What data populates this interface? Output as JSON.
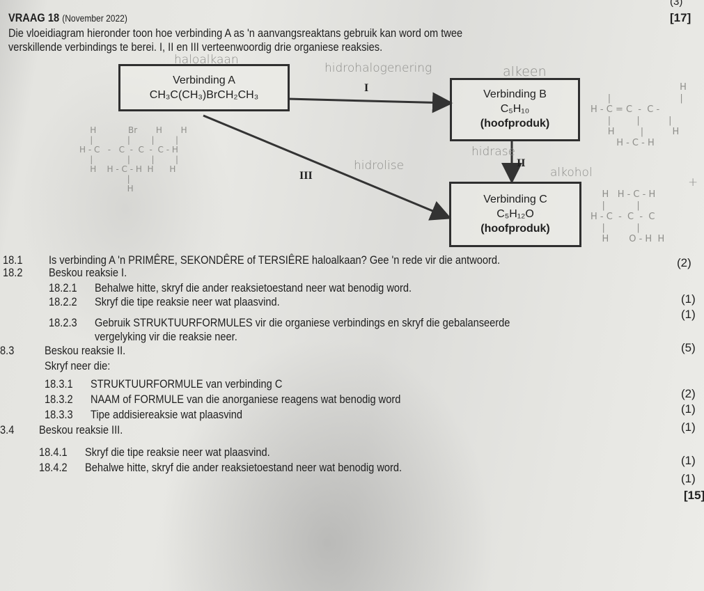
{
  "header": {
    "page_marks": "(3)",
    "question_title": "VRAAG 18",
    "question_date": "(November 2022)",
    "total_marks": "[17]"
  },
  "intro": {
    "line1": "Die vloeidiagram hieronder toon hoe verbinding A as 'n aanvangsreaktans gebruik kan word om twee",
    "line2": "verskillende verbindings te berei. I, II en III verteenwoordig drie organiese reaksies."
  },
  "diagram": {
    "compound_a": {
      "label": "Verbinding A",
      "formula_html": "CH₃C(CH₃)BrCH₂CH₃"
    },
    "compound_b": {
      "label": "Verbinding B",
      "formula": "C₅H₁₀",
      "note": "(hoofproduk)"
    },
    "compound_c": {
      "label": "Verbinding C",
      "formula": "C₅H₁₂O",
      "note": "(hoofproduk)"
    },
    "reactions": {
      "I": "I",
      "II": "II",
      "III": "III"
    },
    "line_color": "#333333"
  },
  "handwriting": {
    "above_a": "haloalkaan",
    "reaction_i": "hidrohalogenering",
    "above_b": "alkeen",
    "reaction_ii": "hidrase",
    "above_c": "alkohol",
    "reaction_iii": "hidrolise",
    "plus": "+",
    "struct_a": "    H            Br       H       H\n    |             |        |        |\nH - C   -   C  -  C  -  C - H\n    |             |        |        |\n    H    H - C - H  H      H\n                  |\n                  H",
    "struct_b": "                               H\n      |                        |\nH - C = C  -  C -\n      |         |          |\n      H         |          H\n         H - C - H",
    "struct_c": "    H   H - C - H\n    |           |\nH - C  -  C  -  C\n    |           |\n    H       O - H  H"
  },
  "questions": [
    {
      "num": "18.1",
      "text": "Is verbinding A 'n PRIMÊRE, SEKONDÊRE of TERSIÊRE haloalkaan? Gee 'n rede vir die antwoord.",
      "marks": "(2)"
    },
    {
      "num": "18.2",
      "text": "Beskou reaksie I."
    },
    {
      "num": "18.2.1",
      "text": "Behalwe hitte, skryf die ander reaksietoestand neer wat benodig word.",
      "marks": "(1)"
    },
    {
      "num": "18.2.2",
      "text": "Skryf die tipe reaksie neer wat plaasvind.",
      "marks": "(1)"
    },
    {
      "num": "18.2.3",
      "text": "Gebruik STRUKTUURFORMULES vir die organiese verbindings en skryf die gebalanseerde",
      "text2": "vergelyking vir die reaksie neer.",
      "marks": "(5)"
    },
    {
      "num": "8.3",
      "text": "Beskou reaksie II."
    },
    {
      "num": "",
      "text": "Skryf neer die:"
    },
    {
      "num": "18.3.1",
      "text": "STRUKTUURFORMULE van verbinding C",
      "marks": "(2)"
    },
    {
      "num": "18.3.2",
      "text": "NAAM of FORMULE van die anorganiese reagens wat benodig word",
      "marks": "(1)"
    },
    {
      "num": "18.3.3",
      "text": "Tipe addisiereaksie wat plaasvind",
      "marks": "(1)"
    },
    {
      "num": "3.4",
      "text": "Beskou reaksie III."
    },
    {
      "num": "18.4.1",
      "text": "Skryf die tipe reaksie neer wat plaasvind.",
      "marks": "(1)"
    },
    {
      "num": "18.4.2",
      "text": "Behalwe hitte, skryf die ander reaksietoestand neer wat benodig word.",
      "marks": "(1)"
    }
  ],
  "footer": {
    "total": "[15]"
  }
}
